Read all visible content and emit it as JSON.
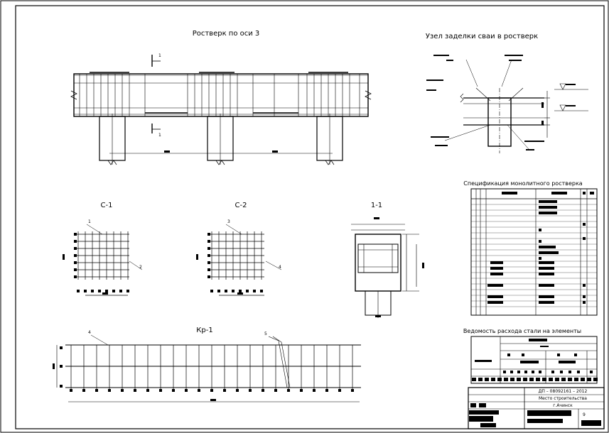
{
  "titles": {
    "grillage": "Ростверк по оси 3",
    "pile_node": "Узел заделки сваи в ростверк",
    "c1": "С-1",
    "c2": "С-2",
    "section": "1-1",
    "kr1": "Кр-1",
    "spec": "Спецификация монолитного ростверка",
    "steel": "Ведомость расхода стали на элементы"
  },
  "marks": {
    "cut": "1",
    "pos1": "1",
    "pos2": "2",
    "pos3": "3",
    "pos4": "4",
    "pos5": "5"
  },
  "stamp": {
    "code": "ДП – 08092161 – 2012",
    "place": "Место строительства",
    "city": "г.Ачинск",
    "sheet_no": "9"
  }
}
